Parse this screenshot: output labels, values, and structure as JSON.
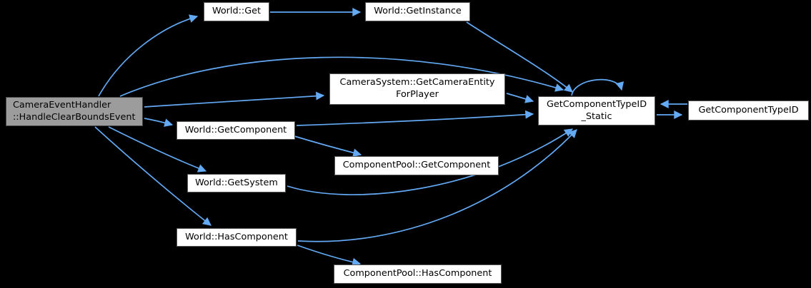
{
  "diagram": {
    "kind": "call-graph",
    "background_color": "#000000",
    "edge_color": "#63a9f4",
    "node_fill": "#ffffff",
    "node_border_color": "#545454",
    "focus_node_fill": "#9c9c9c",
    "text_color": "#000000"
  },
  "nodes": {
    "main": {
      "label": "CameraEventHandler\n::HandleClearBoundsEvent"
    },
    "world_get": {
      "label": "World::Get"
    },
    "world_getinstance": {
      "label": "World::GetInstance"
    },
    "camera_entity_for_player": {
      "label": "CameraSystem::GetCameraEntity\nForPlayer"
    },
    "get_component_type_id_static": {
      "label": "GetComponentTypeID\n_Static"
    },
    "get_component_type_id": {
      "label": "GetComponentTypeID"
    },
    "world_getcomponent": {
      "label": "World::GetComponent"
    },
    "pool_getcomponent": {
      "label": "ComponentPool::GetComponent"
    },
    "world_getsystem": {
      "label": "World::GetSystem"
    },
    "world_hascomponent": {
      "label": "World::HasComponent"
    },
    "pool_hascomponent": {
      "label": "ComponentPool::HasComponent"
    }
  },
  "edges": [
    {
      "from": "main",
      "to": "world_get"
    },
    {
      "from": "main",
      "to": "get_component_type_id_static"
    },
    {
      "from": "main",
      "to": "camera_entity_for_player"
    },
    {
      "from": "main",
      "to": "world_getcomponent"
    },
    {
      "from": "main",
      "to": "world_getsystem"
    },
    {
      "from": "main",
      "to": "world_hascomponent"
    },
    {
      "from": "world_get",
      "to": "world_getinstance"
    },
    {
      "from": "world_getinstance",
      "to": "get_component_type_id_static"
    },
    {
      "from": "camera_entity_for_player",
      "to": "get_component_type_id_static"
    },
    {
      "from": "world_getcomponent",
      "to": "get_component_type_id_static"
    },
    {
      "from": "world_getcomponent",
      "to": "pool_getcomponent"
    },
    {
      "from": "world_getsystem",
      "to": "get_component_type_id_static"
    },
    {
      "from": "world_hascomponent",
      "to": "get_component_type_id_static"
    },
    {
      "from": "world_hascomponent",
      "to": "pool_hascomponent"
    },
    {
      "from": "get_component_type_id_static",
      "to": "get_component_type_id"
    },
    {
      "from": "get_component_type_id",
      "to": "get_component_type_id_static"
    },
    {
      "from": "get_component_type_id_static",
      "to": "get_component_type_id_static"
    }
  ]
}
